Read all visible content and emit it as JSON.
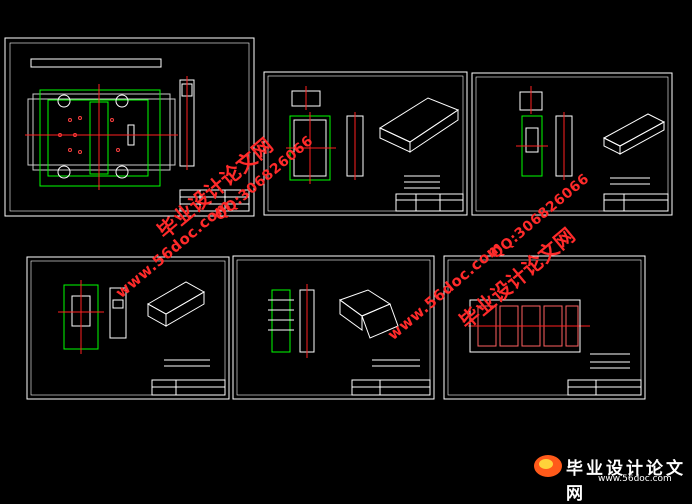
{
  "watermarks": {
    "site_cn": "毕业设计论文网",
    "site_url": "www.56doc.com",
    "qq": "QQ:306826066"
  },
  "footer": {
    "logo_text": "毕业设计论文网",
    "logo_url": "www.56doc.com"
  },
  "colors": {
    "background": "#000000",
    "frame": "#ffffff",
    "green": "#00ff00",
    "red": "#ff2020",
    "watermark": "#ff2a2a"
  }
}
